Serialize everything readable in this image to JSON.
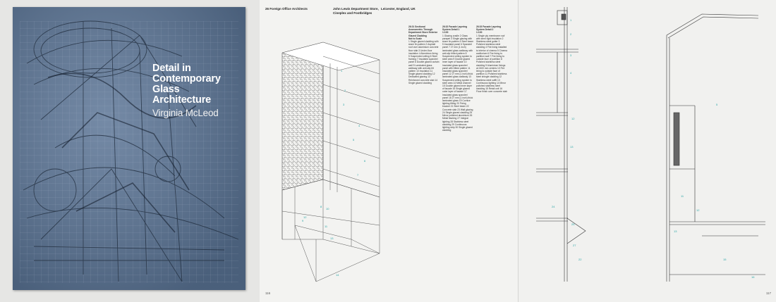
{
  "cover": {
    "title_lines": [
      "Detail in",
      "Contemporary",
      "Glass",
      "Architecture"
    ],
    "author": "Virginia McLeod",
    "bg_color": "#5f7897"
  },
  "spread": {
    "header": {
      "project_no": "26 Foreign Office Architects",
      "project": "John Lewis Department Store,",
      "project_line2": "Cineplex and Footbridges",
      "location": "Leicester, England, UK"
    },
    "captions": [
      {
        "heading": "26.01 Sectional Axonometric Through Department Store Exterior Glazed Cladding",
        "sub": "Not to Scale",
        "text": "1 Single glazed cladding with stone fin pattern 2 Asphalt roof over aluminium concrete floor slab 3 Under-floor insulation 4 Aluminium lining 5 Suspended ceiling 6 Steel framing 7 Insulated spandrel panel 8 Double glazed curtain wall 9 Laminated glass walkway with anti-slip frit pattern 10 Insulation 11 Single glazed cladding 12 Dedicated glazing 13 Reinforced concrete slab 14 Single glazed cladding"
      },
      {
        "heading": "26.02 Facade Layering System Detail 1",
        "sub": "1:100",
        "text": "1 Glazing cradle 2 Glass parapet 3 Single glazing with stone fin pattern 4 Steel beam 5 Insulated panel 6 Spandrel panel 7 27 mm (1 inch) laminated glass walkway with anti-slip fritted pattern 8 Suspended ceiling system to steel area 9 Double glazed inner layer of facade 10 Insulated glass spandrel panel with fritted pattern 11 Insulated glass spandrel panel 12 27 mm (1 inch) thick laminated glass walkway 13 Suspended ceiling system to steel area 14 Metal channel 15 Double glazed inner layer of facade 16 Single glazed outer layer of facade 17 Insulated glass spandrel panel 18 27 mm (1 inch) thick laminated glass 19 Cornice lighting fitting 20 Fixing bracket 21 Steel beam 22 Concrete slab 23 Wall glazing 24 Single glazed cladding 25 Mirror polished aluminium 26 Metal flashing 27 Integral lighting 28 Stainless steel cladding 29 Continuous lighting strip 30 Single glazed cladding"
      },
      {
        "heading": "26.03 Facade Layering System Detail 2",
        "sub": "1:100",
        "text": "1 Single ply membrane roof with semi rigid insulation 2 Stainless steel gutter 3 Polished stainless steel cladding 4 Fire lining installed to interior of cinema 5 Cinema auditorium 6 Fire lining to partition wall 7 Fire lining to outside face of partition 8 Polished stainless steel cladding 9 Aluminium fixings at 2400 mm centres 10 Fire lining to outside face of partition 11 Polished stainless steel shingle cladding 12 Stainless steel soffit 13 Continuous lighting 14 Mirror polished stainless steel cladding 15 Retail unit 16 Floor finish over concrete slab"
      }
    ],
    "page_left": "116",
    "page_right": "117"
  }
}
